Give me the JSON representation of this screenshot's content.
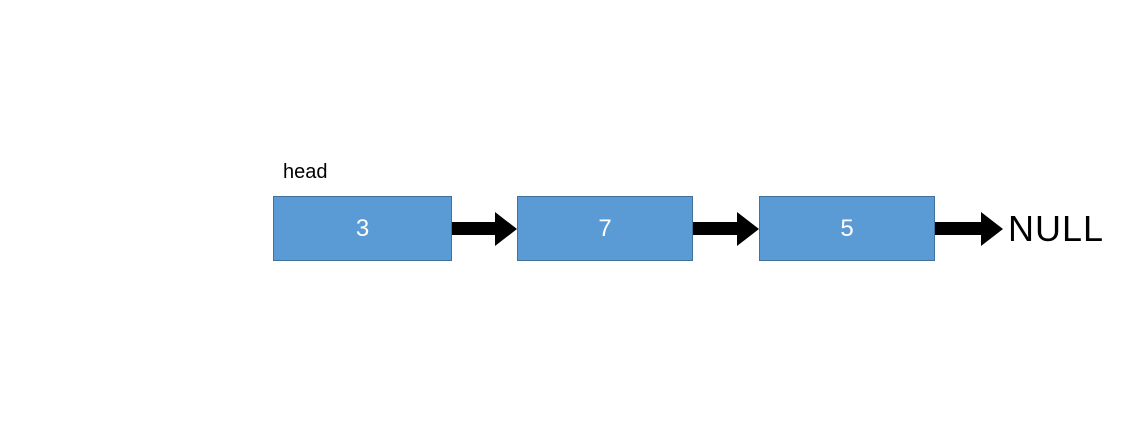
{
  "diagram": {
    "head_label": "head",
    "terminator": "NULL",
    "nodes": [
      {
        "value": "3"
      },
      {
        "value": "7"
      },
      {
        "value": "5"
      }
    ],
    "colors": {
      "node_fill": "#5b9bd5",
      "node_border": "#41719c",
      "node_text": "#ffffff",
      "arrow": "#000000",
      "label_text": "#000000",
      "background": "#ffffff"
    }
  }
}
